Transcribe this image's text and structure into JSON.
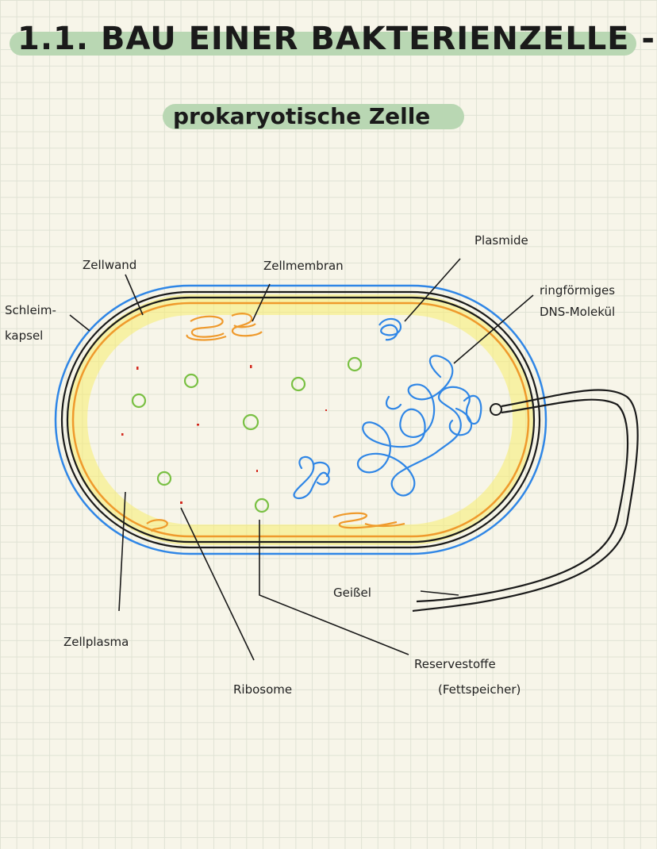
{
  "title": "1.1. BAU EINER BAKTERIENZELLE -",
  "subtitle": "prokaryotische Zelle",
  "labels": {
    "zellwand": "Zellwand",
    "zellmembran": "Zellmembran",
    "plasmide": "Plasmide",
    "dns_line1": "ringförmiges",
    "dns_line2": "DNS-Molekül",
    "schleim_line1": "Schleim-",
    "schleim_line2": "kapsel",
    "geissel": "Geißel",
    "zellplasma": "Zellplasma",
    "ribosome": "Ribosome",
    "reserve_line1": "Reservestoffe",
    "reserve_line2": "(Fettspeicher)"
  },
  "colors": {
    "highlight": "#b9d7b3",
    "capsule": "#2f86e6",
    "wall": "#1a1a1a",
    "membrane": "#ef9a2c",
    "membrane_glow": "#f7ec6e",
    "dna": "#2f86e6",
    "reserve": "#79c043",
    "ribosome": "#d32a1f"
  }
}
